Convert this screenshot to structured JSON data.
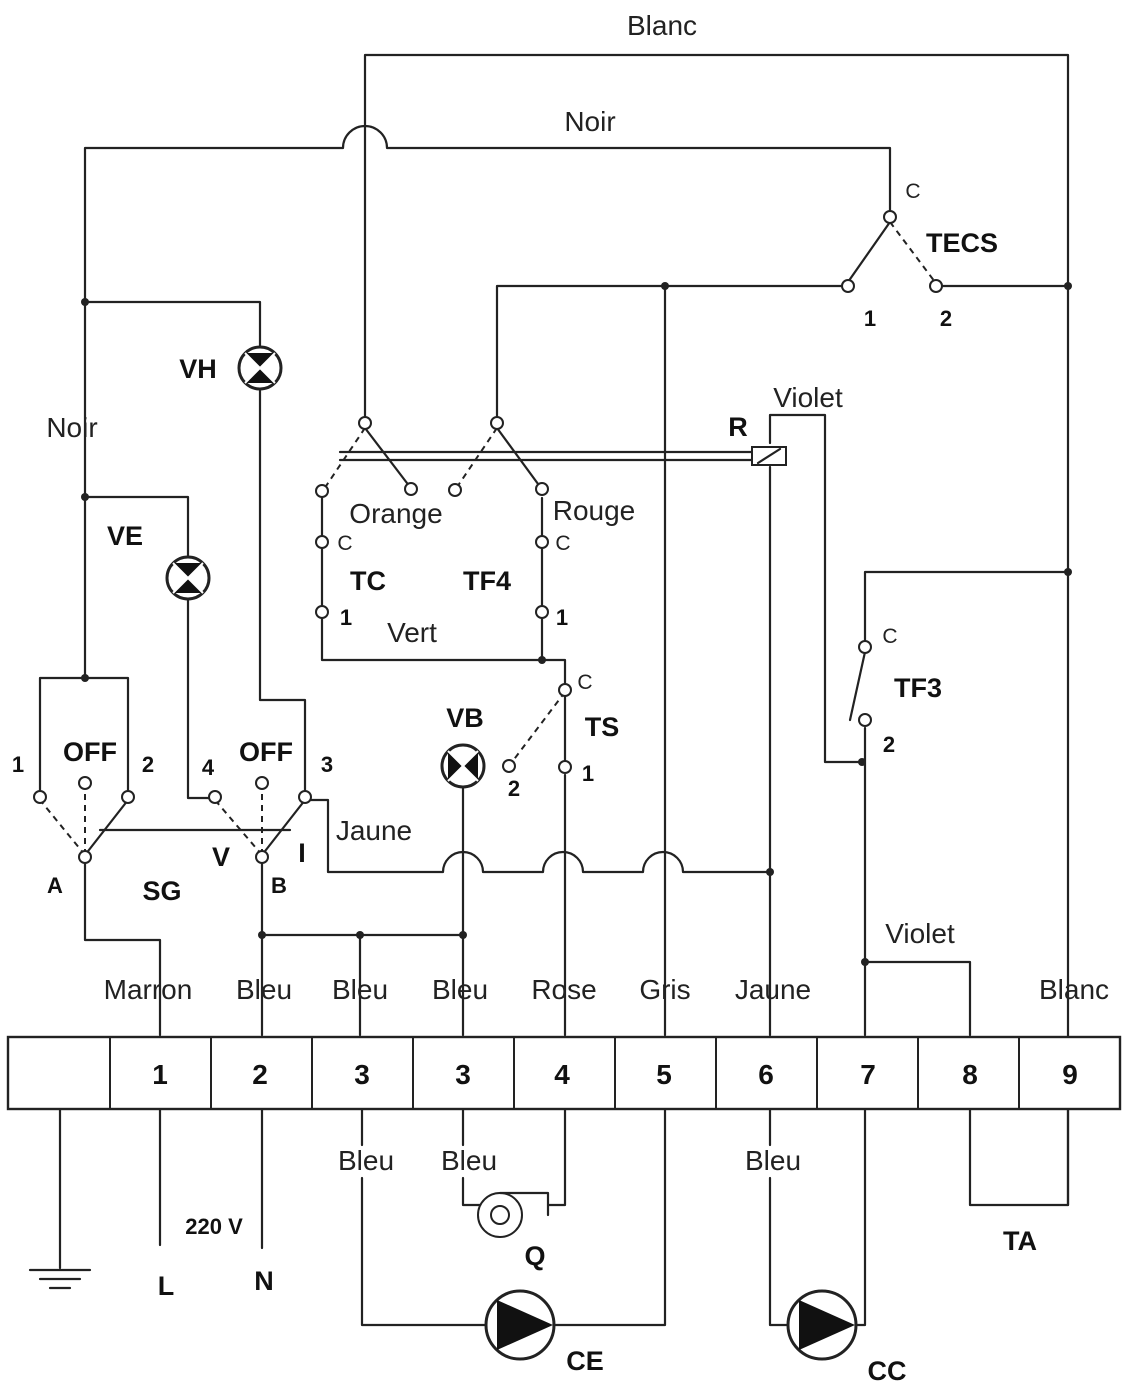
{
  "wire_labels": {
    "blanc_top": "Blanc",
    "noir_top": "Noir",
    "noir_left": "Noir",
    "violet_r": "Violet",
    "orange": "Orange",
    "rouge": "Rouge",
    "vert": "Vert",
    "jaune_sg": "Jaune",
    "violet_low": "Violet"
  },
  "component_labels": {
    "tecs": "TECS",
    "vh": "VH",
    "ve": "VE",
    "r": "R",
    "tc": "TC",
    "tf4": "TF4",
    "vb": "VB",
    "ts": "TS",
    "tf3": "TF3",
    "off_left": "OFF",
    "off_right": "OFF",
    "sg": "SG",
    "q": "Q",
    "ce": "CE",
    "cc": "CC",
    "ta": "TA",
    "l": "L",
    "n": "N",
    "voltage": "220 V"
  },
  "switch_labels": {
    "tecs_c": "C",
    "tecs_1": "1",
    "tecs_2": "2",
    "tc_c": "C",
    "tc_1": "1",
    "tf4_c": "C",
    "tf4_1": "1",
    "ts_c": "C",
    "ts_2": "2",
    "ts_1": "1",
    "tf3_c": "C",
    "tf3_2": "2",
    "sg_1": "1",
    "sg_2": "2",
    "sg_3": "3",
    "sg_4": "4",
    "sg_a": "A",
    "sg_b": "B",
    "sg_v": "V",
    "sg_i": "I"
  },
  "terminal_wire_labels": [
    "Marron",
    "Bleu",
    "Bleu",
    "Bleu",
    "Rose",
    "Gris",
    "Jaune",
    "Blanc"
  ],
  "terminals": [
    "1",
    "2",
    "3",
    "3",
    "4",
    "5",
    "6",
    "7",
    "8",
    "9"
  ],
  "lower_labels": [
    "Bleu",
    "Bleu",
    "Bleu"
  ],
  "ground_icon": "ground-icon"
}
